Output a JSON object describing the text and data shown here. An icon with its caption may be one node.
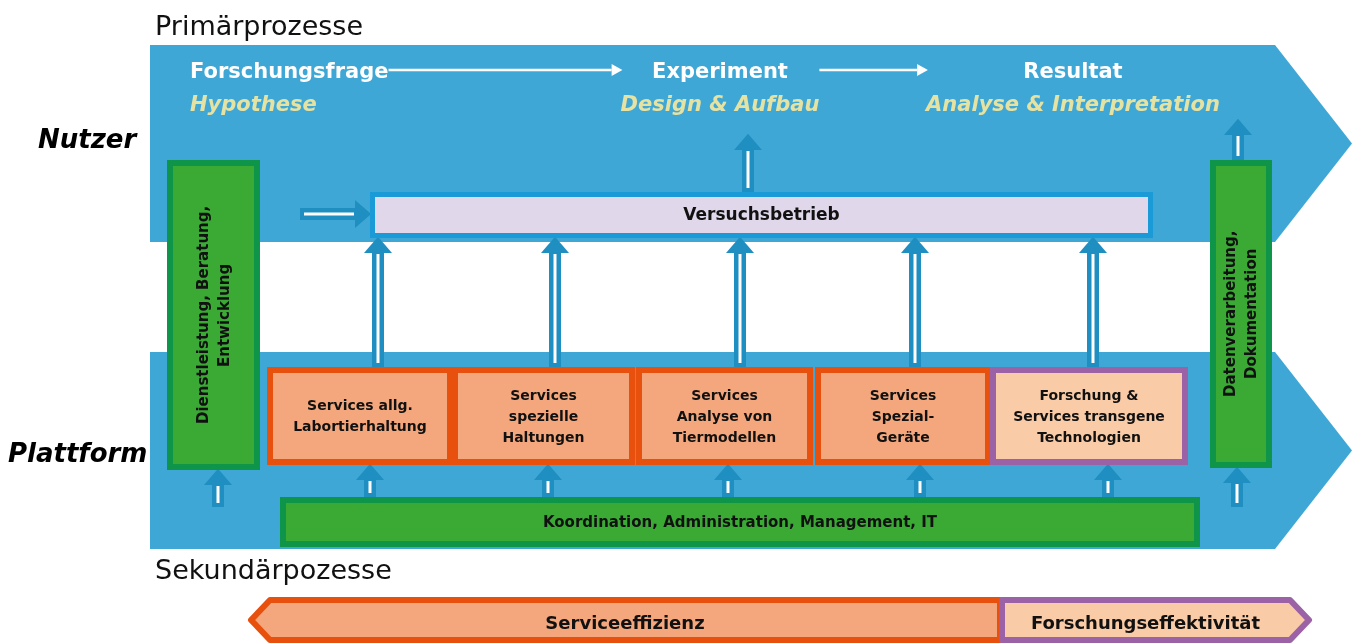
{
  "diagram": {
    "nodes": [
      {
        "text": [
          "Primärprozesse"
        ]
      },
      {
        "text": [
          "Forschungsfrage",
          "Hypothese"
        ],
        "in": 0
      },
      {
        "text": [
          "Experiment",
          "Design & Aufbau"
        ],
        "in": 0
      },
      {
        "text": [
          "Resultat",
          "Analyse & Interpretation"
        ],
        "in": 0
      },
      {
        "text": [
          "Versuchsbetrieb"
        ],
        "in": 0
      },
      {
        "text": [
          "Dienstleistung, Beratung, Entwicklung"
        ]
      },
      {
        "text": [
          "Datenverarbeitung, Dokumentation"
        ]
      },
      {
        "text": [
          "Sekundärpozesse"
        ]
      },
      {
        "text": [
          "Services allg. Labortierhaltung"
        ],
        "in": 7
      },
      {
        "text": [
          "Services spezielle Haltungen"
        ],
        "in": 7
      },
      {
        "text": [
          "Services Analyse von Tiermodellen"
        ],
        "in": 7
      },
      {
        "text": [
          "Services Spezial-Geräte"
        ],
        "in": 7
      },
      {
        "text": [
          "Forschung & Services transgene Technologien"
        ],
        "in": 7
      },
      {
        "text": [
          "Koordination, Administration, Management, IT"
        ],
        "in": 7
      },
      {
        "text": [
          "Serviceeffizienz"
        ]
      },
      {
        "text": [
          "Forschungseffektivität"
        ]
      }
    ],
    "edges": [
      {
        "from": 1,
        "to": 2,
        "arrow": "to",
        "color": "#ffffff"
      },
      {
        "from": 2,
        "to": 3,
        "arrow": "to",
        "color": "#ffffff"
      },
      {
        "from": null,
        "to": 4,
        "arrow": "to"
      },
      {
        "from": 4,
        "to": 2,
        "arrow": "to"
      },
      {
        "from": 8,
        "to": 4,
        "arrow": "to"
      },
      {
        "from": 9,
        "to": 4,
        "arrow": "to"
      },
      {
        "from": 10,
        "to": 4,
        "arrow": "to"
      },
      {
        "from": 11,
        "to": 4,
        "arrow": "to"
      },
      {
        "from": 12,
        "to": 4,
        "arrow": "to"
      },
      {
        "from": 13,
        "to": 8,
        "arrow": "to"
      },
      {
        "from": 13,
        "to": 9,
        "arrow": "to"
      },
      {
        "from": 13,
        "to": 10,
        "arrow": "to"
      },
      {
        "from": 13,
        "to": 11,
        "arrow": "to"
      },
      {
        "from": 13,
        "to": 12,
        "arrow": "to"
      },
      {
        "from": null,
        "to": 5,
        "arrow": "to"
      },
      {
        "from": null,
        "to": 6,
        "arrow": "to"
      },
      {
        "from": 6,
        "to": 3,
        "arrow": "to"
      }
    ],
    "labels": [
      "Nutzer",
      "Plattform"
    ]
  }
}
